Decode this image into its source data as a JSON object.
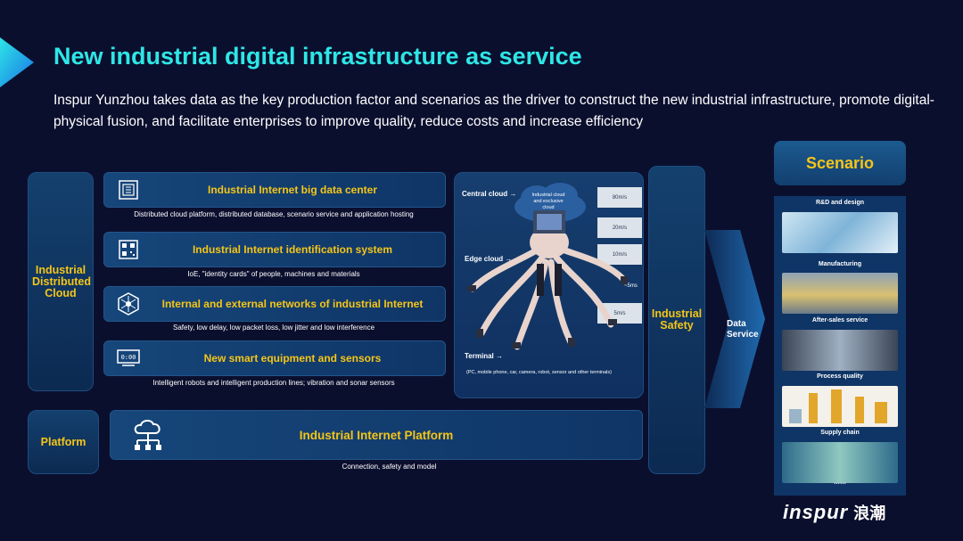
{
  "title": "New industrial digital infrastructure as service",
  "subtitle": "Inspur Yunzhou takes data as the key production factor and scenarios as the driver to construct the new industrial infrastructure, promote digital-physical fusion, and facilitate enterprises to improve quality, reduce costs and increase efficiency",
  "left": {
    "cloud_label": "Industrial Distributed Cloud",
    "platform_label": "Platform"
  },
  "rows": [
    {
      "title": "Industrial Internet big data center",
      "desc": "Distributed cloud platform, distributed database, scenario service and application hosting",
      "icon": "data-center-icon"
    },
    {
      "title": "Industrial Internet identification system",
      "desc": "IoE, \"identity cards\" of people, machines and materials",
      "icon": "qr-code-icon"
    },
    {
      "title": "Internal and external networks of industrial Internet",
      "desc": "Safety, low delay, low packet loss, low jitter and low interference",
      "icon": "network-hex-icon"
    },
    {
      "title": "New smart equipment and sensors",
      "desc": "Intelligent robots and intelligent production lines; vibration and sonar sensors",
      "icon": "sensor-display-icon"
    }
  ],
  "sensor_display_text": "0:00",
  "platform": {
    "title": "Industrial Internet Platform",
    "desc": "Connection, safety and model"
  },
  "octopus": {
    "central_cloud": "Central cloud →",
    "cloud_text": "Industrial cloud and exclusive cloud",
    "edge_cloud": "Edge cloud →",
    "terminal": "Terminal →",
    "terminal_desc": "(PC, mobile phone, car, camera, robot, sensor and other terminals)",
    "speeds": [
      "80m/s",
      "20m/s",
      "10m/s",
      "5m/s"
    ],
    "speed_marker": "~5ms"
  },
  "safety_label": "Industrial Safety",
  "data_service_label": "Data Service",
  "scenario": {
    "title": "Scenario",
    "items": [
      "R&D and design",
      "Manufacturing",
      "After-sales service",
      "Process quality",
      "Supply chain"
    ],
    "more": "……"
  },
  "logo": {
    "brand": "inspur",
    "cn": "浪潮"
  },
  "colors": {
    "accent_cyan": "#2ee6e6",
    "label_yellow": "#f5c518",
    "background": "#0b0f2e"
  }
}
